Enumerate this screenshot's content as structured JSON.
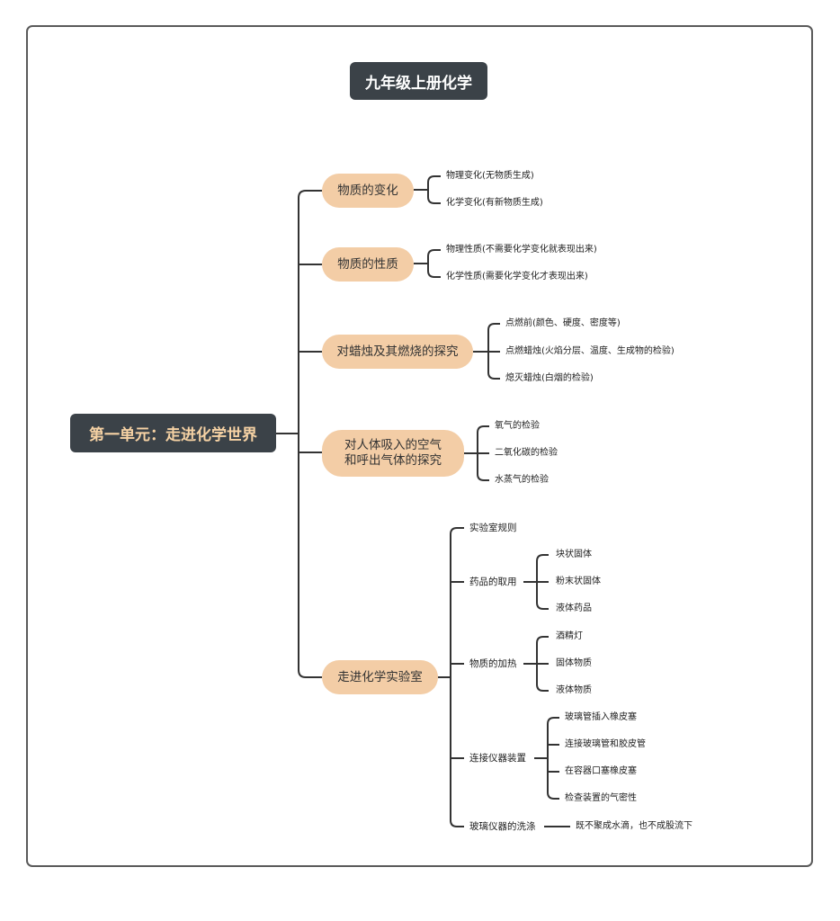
{
  "title": "九年级上册化学",
  "root": "第一单元：走进化学世界",
  "branches": [
    {
      "label": "物质的变化",
      "children": [
        "物理变化(无物质生成)",
        "化学变化(有新物质生成)"
      ]
    },
    {
      "label": "物质的性质",
      "children": [
        "物理性质(不需要化学变化就表现出来)",
        "化学性质(需要化学变化才表现出来)"
      ]
    },
    {
      "label": "对蜡烛及其燃烧的探究",
      "children": [
        "点燃前(颜色、硬度、密度等)",
        "点燃蜡烛(火焰分层、温度、生成物的检验)",
        "熄灭蜡烛(白烟的检验)"
      ]
    },
    {
      "label_line1": "对人体吸入的空气",
      "label_line2": "和呼出气体的探究",
      "children": [
        "氧气的检验",
        "二氧化碳的检验",
        "水蒸气的检验"
      ]
    },
    {
      "label": "走进化学实验室",
      "children": [
        {
          "label": "实验室规则"
        },
        {
          "label": "药品的取用",
          "children": [
            "块状固体",
            "粉末状固体",
            "液体药品"
          ]
        },
        {
          "label": "物质的加热",
          "children": [
            "酒精灯",
            "固体物质",
            "液体物质"
          ]
        },
        {
          "label": "连接仪器装置",
          "children": [
            "玻璃管插入橡皮塞",
            "连接玻璃管和胶皮管",
            "在容器口塞橡皮塞",
            "检查装置的气密性"
          ]
        },
        {
          "label": "玻璃仪器的洗涤",
          "children": [
            "既不聚成水滴，也不成股流下"
          ]
        }
      ]
    }
  ],
  "colors": {
    "dark": "#3b4248",
    "accent_text": "#f6d2a4",
    "pill": "#f3cda6",
    "line": "#333333",
    "border": "#5a5a5a"
  }
}
